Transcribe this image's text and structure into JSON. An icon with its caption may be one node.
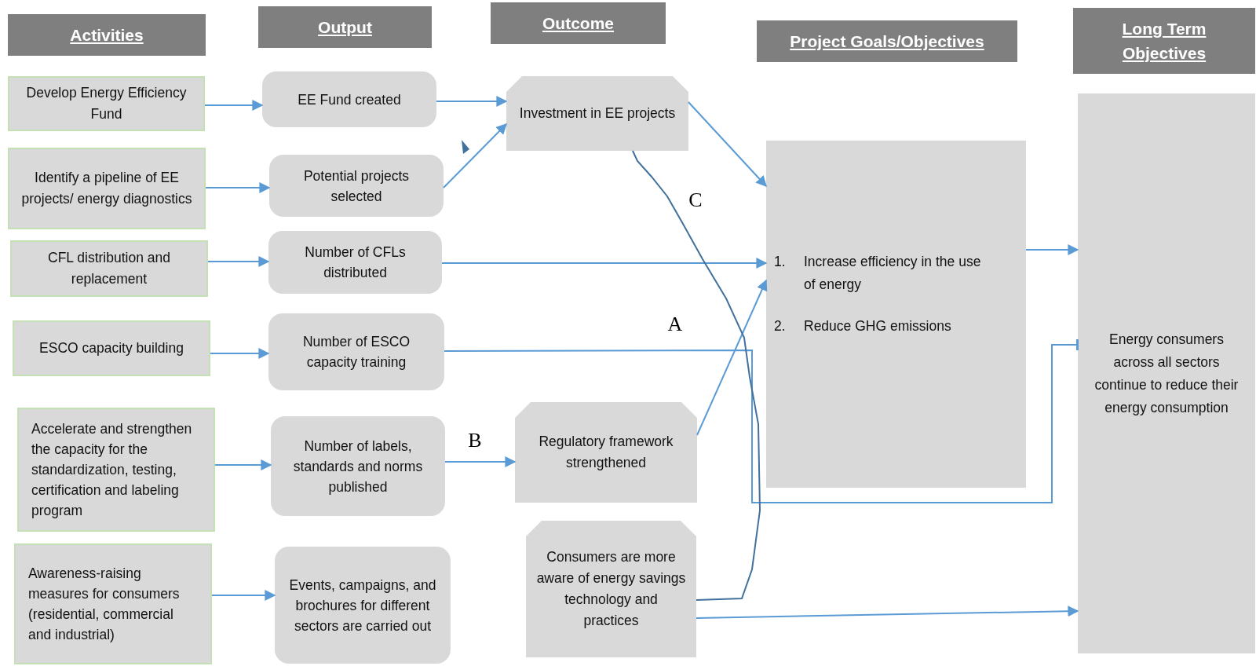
{
  "diagram": {
    "nodes": [
      {
        "text": [
          "Activities"
        ]
      },
      {
        "text": [
          "Output"
        ]
      },
      {
        "text": [
          "Outcome"
        ]
      },
      {
        "text": [
          "Project Goals/Objectives"
        ]
      },
      {
        "text": [
          "Long Term Objectives"
        ]
      },
      {
        "text": [
          "Develop Energy Efficiency Fund"
        ]
      },
      {
        "text": [
          "Identify a pipeline of EE projects/ energy diagnostics"
        ]
      },
      {
        "text": [
          "CFL distribution and replacement"
        ]
      },
      {
        "text": [
          "ESCO capacity building"
        ]
      },
      {
        "text": [
          "Accelerate and strengthen the capacity for the standardization, testing, certification and labeling program"
        ]
      },
      {
        "text": [
          "Awareness-raising measures for consumers (residential, commercial and industrial)"
        ]
      },
      {
        "text": [
          "EE Fund created"
        ]
      },
      {
        "text": [
          "Potential projects selected"
        ]
      },
      {
        "text": [
          "Number of CFLs distributed"
        ]
      },
      {
        "text": [
          "Number of ESCO capacity training"
        ]
      },
      {
        "text": [
          "Number of labels, standards and norms published"
        ]
      },
      {
        "text": [
          "Events, campaigns, and brochures for different sectors are carried out"
        ]
      },
      {
        "text": [
          "Investment in EE projects"
        ]
      },
      {
        "text": [
          "Regulatory framework strengthened"
        ]
      },
      {
        "text": [
          "Consumers are more aware of energy savings technology and practices"
        ]
      },
      {
        "text": [
          "1.",
          "Increase efficiency in the use of energy",
          "2.",
          "Reduce GHG emissions"
        ]
      },
      {
        "text": [
          "Energy consumers across all sectors continue to reduce their energy consumption"
        ]
      }
    ],
    "edges": [
      {
        "from": 5,
        "to": 11,
        "arrow": "to"
      },
      {
        "from": 6,
        "to": 12,
        "arrow": "to"
      },
      {
        "from": 7,
        "to": 13,
        "arrow": "to"
      },
      {
        "from": 8,
        "to": 14,
        "arrow": "to"
      },
      {
        "from": 9,
        "to": 15,
        "arrow": "to"
      },
      {
        "from": 10,
        "to": 16,
        "arrow": "to"
      },
      {
        "from": 11,
        "to": 17,
        "arrow": "to"
      },
      {
        "from": 12,
        "to": 17,
        "arrow": "to"
      },
      {
        "from": 13,
        "to": 20,
        "arrow": "to"
      },
      {
        "from": 14,
        "to": 21,
        "arrow": "other",
        "label": "A"
      },
      {
        "from": 15,
        "to": 18,
        "arrow": "to",
        "label": "B"
      },
      {
        "from": 17,
        "to": 20,
        "arrow": "to"
      },
      {
        "from": 18,
        "to": 20,
        "arrow": "to"
      },
      {
        "from": 20,
        "to": 21,
        "arrow": "to"
      },
      {
        "from": 19,
        "to": 21,
        "arrow": "to"
      },
      {
        "from": 19,
        "to": 17,
        "arrow": "none",
        "label": "C",
        "color": "#41719c"
      }
    ]
  }
}
